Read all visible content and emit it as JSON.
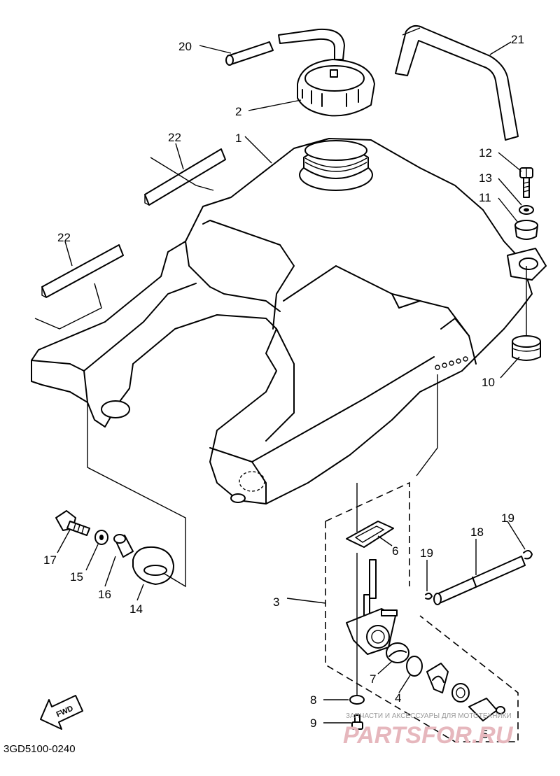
{
  "parts": [
    {
      "id": "1",
      "text": "1"
    },
    {
      "id": "2",
      "text": "2"
    },
    {
      "id": "3",
      "text": "3"
    },
    {
      "id": "4",
      "text": "4"
    },
    {
      "id": "5",
      "text": "5"
    },
    {
      "id": "6",
      "text": "6"
    },
    {
      "id": "7",
      "text": "7"
    },
    {
      "id": "8",
      "text": "8"
    },
    {
      "id": "9",
      "text": "9"
    },
    {
      "id": "10",
      "text": "10"
    },
    {
      "id": "11",
      "text": "11"
    },
    {
      "id": "12",
      "text": "12"
    },
    {
      "id": "13",
      "text": "13"
    },
    {
      "id": "14",
      "text": "14"
    },
    {
      "id": "15",
      "text": "15"
    },
    {
      "id": "16",
      "text": "16"
    },
    {
      "id": "17",
      "text": "17"
    },
    {
      "id": "18",
      "text": "18"
    },
    {
      "id": "19a",
      "text": "19"
    },
    {
      "id": "19b",
      "text": "19"
    },
    {
      "id": "20",
      "text": "20"
    },
    {
      "id": "21",
      "text": "21"
    },
    {
      "id": "22a",
      "text": "22"
    },
    {
      "id": "22b",
      "text": "22"
    }
  ],
  "diagram_code": "3GD5100-0240",
  "fwd_label": "FWD",
  "watermark": {
    "caption": "ЗАПЧАСТИ И АКСЕССУАРЫ ДЛЯ МОТОТЕХНИКИ",
    "brand": "PARTSFOR.RU"
  },
  "colors": {
    "line": "#000000",
    "background": "#ffffff",
    "watermark_brand": "#e6b7bd"
  }
}
